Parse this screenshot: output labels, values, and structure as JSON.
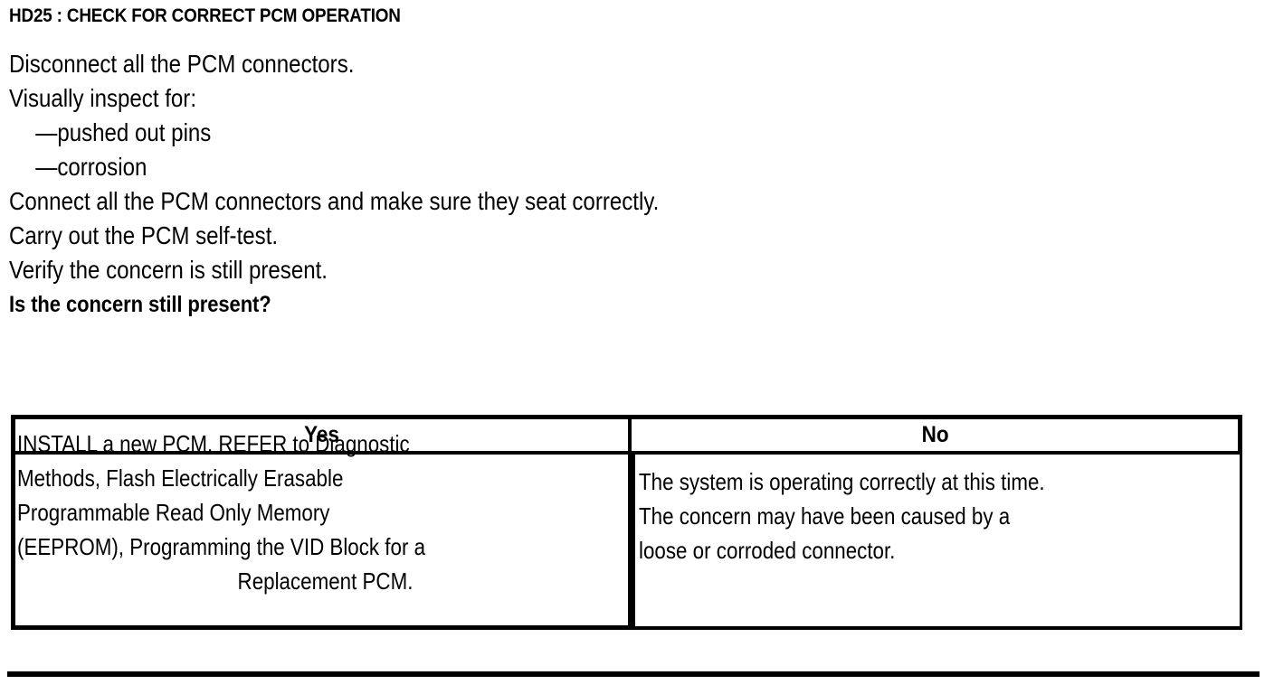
{
  "document": {
    "step_title": "HD25 : CHECK FOR CORRECT PCM OPERATION",
    "instructions": [
      {
        "text": "Disconnect all the PCM connectors.",
        "style": "normal"
      },
      {
        "text": "Visually inspect for:",
        "style": "normal"
      },
      {
        "text": "—pushed out pins",
        "style": "dash"
      },
      {
        "text": "—corrosion",
        "style": "dash"
      },
      {
        "text": "Connect all the PCM connectors and make sure they seat correctly.",
        "style": "normal"
      },
      {
        "text": "Carry out the PCM self-test.",
        "style": "normal"
      },
      {
        "text": "Verify the concern is still present.",
        "style": "normal"
      }
    ],
    "question": "Is the concern still present?",
    "decision_table": {
      "headers": [
        "Yes",
        "No"
      ],
      "yes_cell": {
        "lines": [
          "INSTALL a new PCM. REFER to Diagnostic",
          "Methods, Flash Electrically Erasable",
          "Programmable Read Only Memory",
          "(EEPROM), Programming the VID Block for a",
          "Replacement PCM."
        ],
        "full_text": "INSTALL a new PCM. REFER to Diagnostic Methods, Flash Electrically Erasable Programmable Read Only Memory (EEPROM), Programming the VID Block for a Replacement PCM."
      },
      "no_cell": {
        "lines": [
          "The system is operating correctly at this time.",
          "The concern may have been caused by a",
          "loose or corroded connector."
        ],
        "full_text": "The system is operating correctly at this time. The concern may have been caused by a loose or corroded connector."
      }
    },
    "colors": {
      "text": "#000000",
      "background": "#ffffff",
      "rule": "#000000"
    }
  }
}
